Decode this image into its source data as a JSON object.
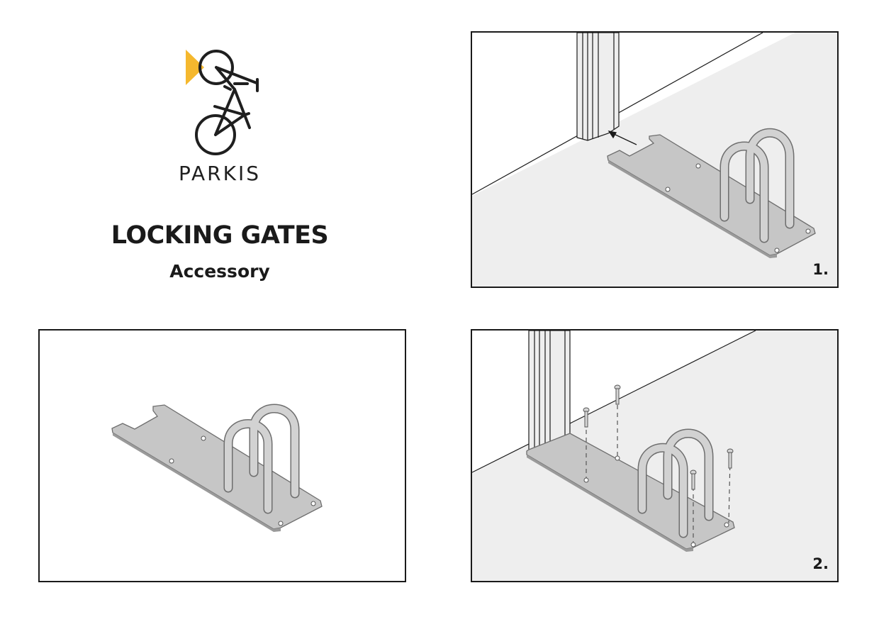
{
  "brand": {
    "name": "PARKIS",
    "logo_icon": "bicycle-vertical-icon",
    "accent_color": "#F5B82E"
  },
  "heading": {
    "title": "LOCKING GATES",
    "subtitle": "Accessory"
  },
  "panels": [
    {
      "id": "step1",
      "label": "1."
    },
    {
      "id": "base",
      "label": ""
    },
    {
      "id": "step2",
      "label": "2."
    }
  ],
  "colors": {
    "floor": "#EEEEEE",
    "metal": "#C6C6C6",
    "metal_edge": "#6E6E6E",
    "line": "#1A1A1A"
  }
}
